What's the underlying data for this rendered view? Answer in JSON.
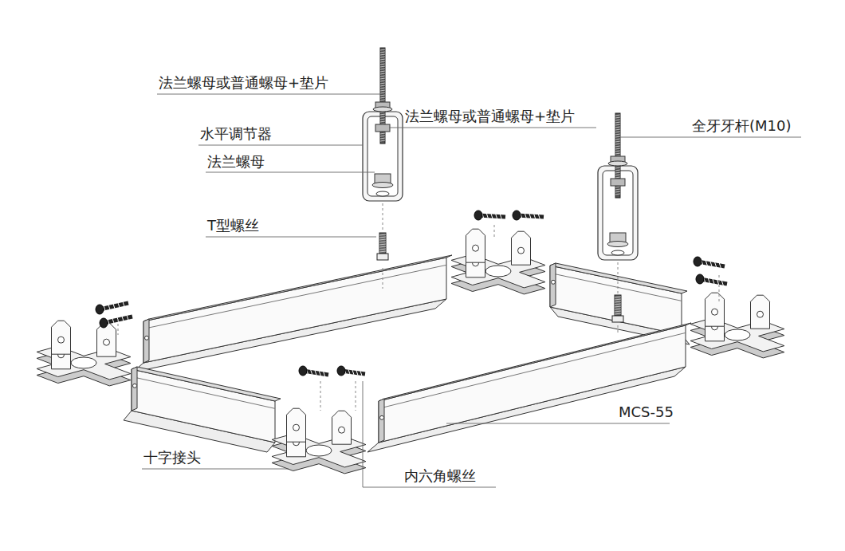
{
  "diagram": {
    "labels": [
      "法兰螺母或普通螺母+垫片",
      "法兰螺母或普通螺母+垫片",
      "全牙牙杆(M10)",
      "水平调节器",
      "法兰螺母",
      "T型螺丝",
      "MCS-55",
      "十字接头",
      "内六角螺丝"
    ]
  }
}
